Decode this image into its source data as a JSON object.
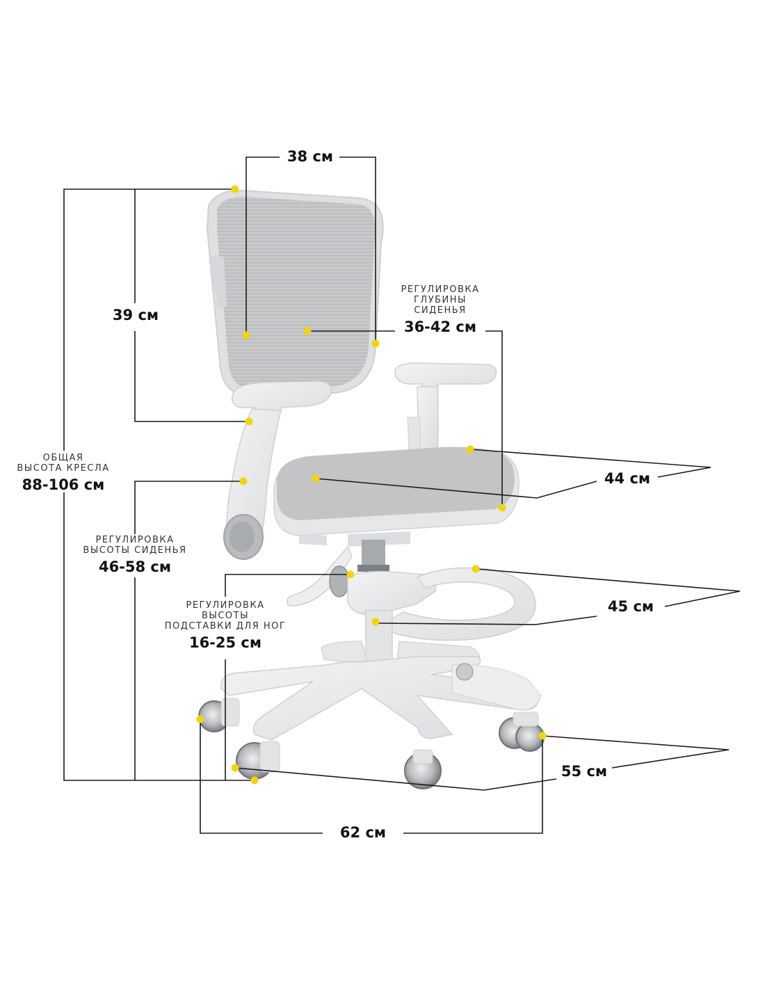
{
  "colors": {
    "marker": "#f2d40c",
    "dimension_line": "#1a1a1a",
    "mesh": "#c4c6c8",
    "frame": "#e9eaeb",
    "wheel": "#8e9194"
  },
  "dimensions": {
    "back_width": {
      "value": "38 см"
    },
    "back_height": {
      "value": "39 см"
    },
    "seat_depth": {
      "caption_lines": [
        "РЕГУЛИРОВКА",
        "ГЛУБИНЫ",
        "СИДЕНЬЯ"
      ],
      "value": "36-42 см"
    },
    "total_height": {
      "caption_lines": [
        "ОБЩАЯ",
        "ВЫСОТА КРЕСЛА"
      ],
      "value": "88-106 см"
    },
    "seat_width": {
      "value": "44 см"
    },
    "seat_height": {
      "caption_lines": [
        "РЕГУЛИРОВКА",
        "ВЫСОТЫ СИДЕНЬЯ"
      ],
      "value": "46-58 см"
    },
    "footrest_width": {
      "value": "45 см"
    },
    "footrest_height": {
      "caption_lines": [
        "РЕГУЛИРОВКА",
        "ВЫСОТЫ",
        "ПОДСТАВКИ ДЛЯ НОГ"
      ],
      "value": "16-25 см"
    },
    "base_depth": {
      "value": "55 см"
    },
    "base_width": {
      "value": "62 см"
    }
  }
}
